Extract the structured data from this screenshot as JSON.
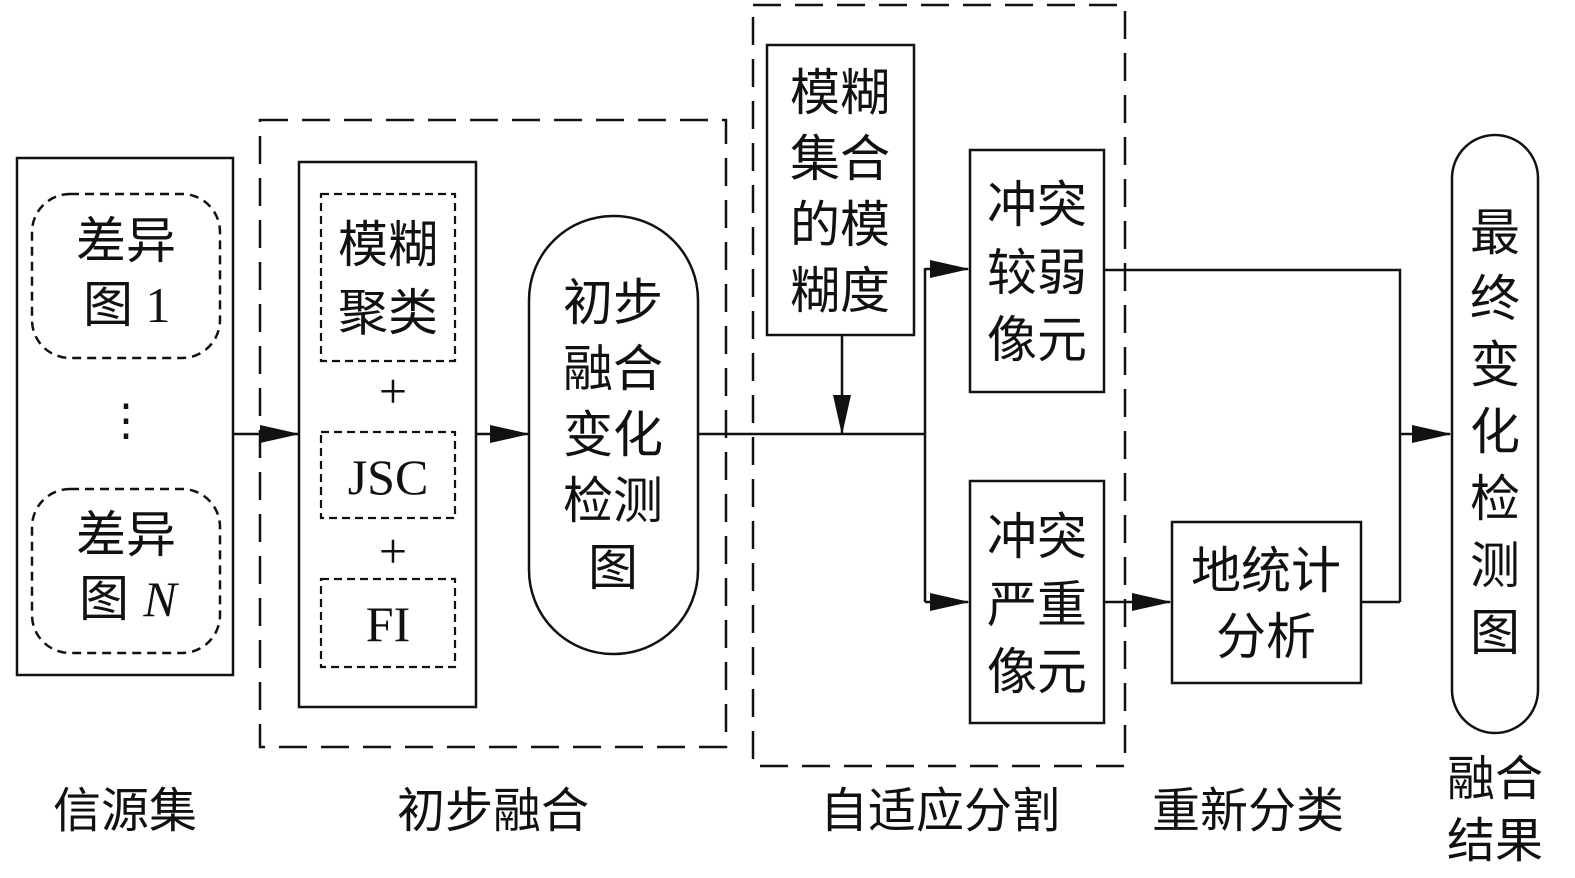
{
  "source_set": {
    "diff1_line1": "差异",
    "diff1_line2a": "图",
    "diff1_line2b": "1",
    "ellipsis": "⋮",
    "diffN_line1": "差异",
    "diffN_line2a": "图",
    "diffN_line2b": "N"
  },
  "preliminary": {
    "fuzzy_cluster_line1": "模糊",
    "fuzzy_cluster_line2": "聚类",
    "plus1": "+",
    "jsc": "JSC",
    "plus2": "+",
    "fi": "FI",
    "map_lines": [
      "初步",
      "融合",
      "变化",
      "检测",
      "图"
    ]
  },
  "segmentation": {
    "fuzziness_lines": [
      "模糊",
      "集合",
      "的模",
      "糊度"
    ],
    "weak_lines": [
      "冲突",
      "较弱",
      "像元"
    ],
    "severe_lines": [
      "冲突",
      "严重",
      "像元"
    ]
  },
  "reclass": {
    "geostat_line1": "地统计",
    "geostat_line2": "分析"
  },
  "final": {
    "lines": [
      "最",
      "终",
      "变",
      "化",
      "检",
      "测",
      "图"
    ]
  },
  "stage_labels": {
    "source": "信源集",
    "preliminary": "初步融合",
    "segmentation": "自适应分割",
    "reclass": "重新分类",
    "result_line1": "融合",
    "result_line2": "结果"
  }
}
